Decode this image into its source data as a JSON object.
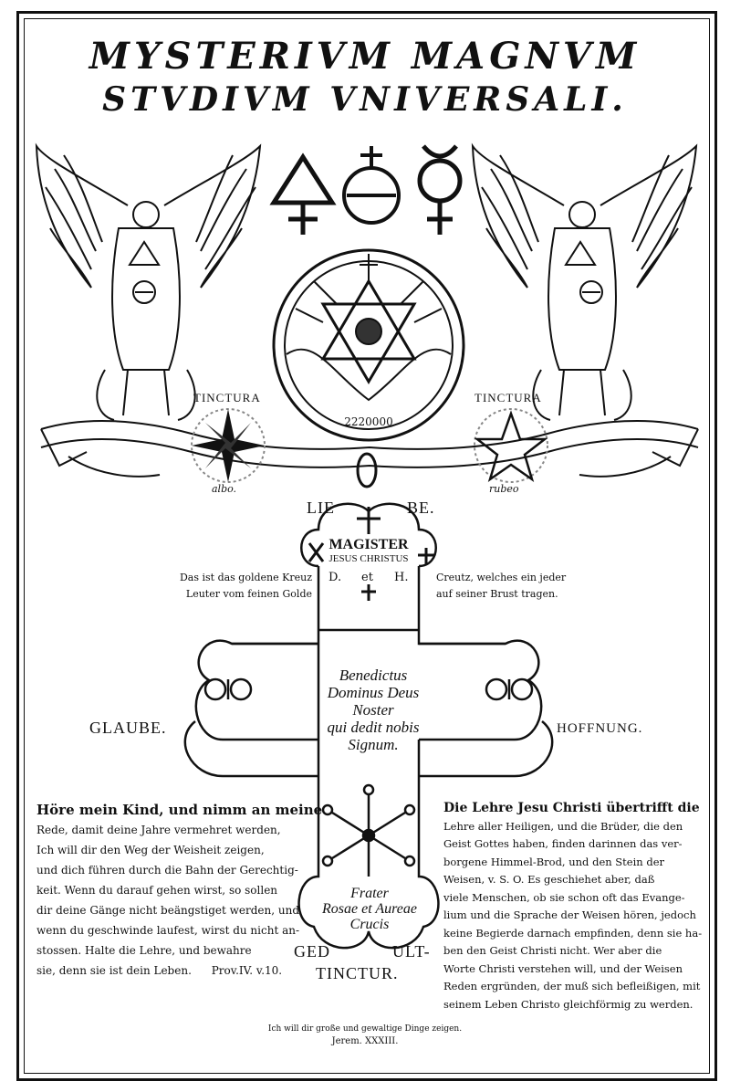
{
  "title": {
    "line1": "MYSTERIVM MAGNVM",
    "line2": "STVDIVM VNIVERSALI."
  },
  "symbols": [
    "sulphur-symbol",
    "salt-symbol",
    "mercury-symbol"
  ],
  "seals": {
    "left_label": "TINCTURA",
    "left_caption": "albo.",
    "right_label": "TINCTURA",
    "right_caption": "rubeo"
  },
  "medallion": {
    "inscription": "2220000"
  },
  "cross": {
    "top_left": "LIE",
    "top_right": "BE.",
    "magister_line1": "MAGISTER",
    "magister_line2": "JESUS CHRISTUS",
    "d": "D.",
    "et": "et",
    "h": "H.",
    "center_lines": [
      "Benedictus",
      "Dominus Deus Noster",
      "qui dedit nobis",
      "Signum."
    ],
    "left_arm": "GLAUBE.",
    "right_arm": "HOFFNUNG.",
    "bottom_lines": [
      "Frater",
      "Rosae et Aureae",
      "Crucis"
    ],
    "bottom_left": "GED",
    "bottom_right": "ULT-",
    "bottom_word": "TINCTUR."
  },
  "side_notes": {
    "left": [
      "Das ist das goldene Kreuz",
      "Leuter vom feinen Golde"
    ],
    "right": [
      "Creutz, welches ein jeder",
      "auf seiner Brust tragen."
    ]
  },
  "left_paragraph": [
    "Höre mein Kind, und nimm an meine",
    "Rede, damit deine Jahre vermehret werden,",
    "Ich will dir den Weg der Weisheit zeigen,",
    "und dich führen durch die Bahn der Gerechtig-",
    "keit. Wenn du darauf gehen wirst, so sollen",
    "dir deine Gänge nicht beängstiget werden, und",
    "wenn du geschwinde laufest, wirst du nicht an-",
    "stossen. Halte die Lehre, und bewahre",
    "sie, denn sie ist dein Leben."
  ],
  "left_reference": "Prov.IV. v.10.",
  "right_paragraph": [
    "Die Lehre Jesu Christi übertrifft die",
    "Lehre aller Heiligen, und die Brüder, die den",
    "Geist Gottes haben, finden darinnen das ver-",
    "borgene Himmel-Brod, und den Stein der",
    "Weisen, v. S. O. Es geschiehet aber, daß",
    "viele Menschen, ob sie schon oft das Evange-",
    "lium und die Sprache der Weisen hören, jedoch",
    "keine Begierde darnach empfinden, denn sie ha-",
    "ben den Geist Christi nicht. Wer aber die",
    "Worte Christi verstehen will, und der Weisen",
    "Reden ergründen, der muß sich befleißigen, mit",
    "seinem Leben Christo gleichförmig zu werden."
  ],
  "footer": {
    "line1": "Ich will dir große und gewaltige Dinge zeigen.",
    "line2": "Jerem. XXXIII."
  }
}
